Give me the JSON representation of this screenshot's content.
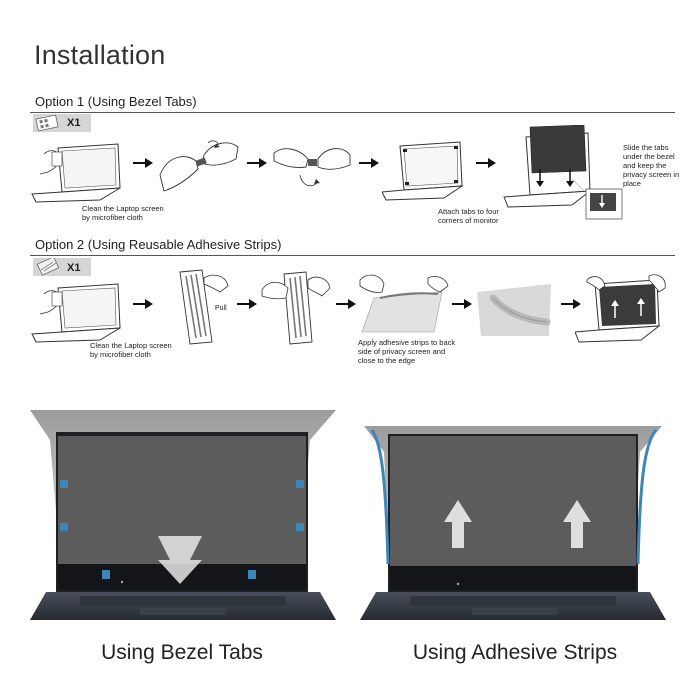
{
  "title": "Installation",
  "option1": {
    "title": "Option 1 (Using Bezel Tabs)",
    "quantity": "X1",
    "steps": [
      {
        "caption": "Clean the Laptop screen by microfiber cloth"
      },
      {
        "caption": ""
      },
      {
        "caption": ""
      },
      {
        "caption": "Attach tabs to four corners of monitor"
      },
      {
        "caption": "Slide the tabs under the bezel and keep the privacy screen in place"
      }
    ]
  },
  "option2": {
    "title": "Option 2 (Using Reusable Adhesive Strips)",
    "quantity": "X1",
    "steps": [
      {
        "caption": "Clean the Laptop screen by microfiber cloth"
      },
      {
        "caption": "Pull"
      },
      {
        "caption": ""
      },
      {
        "caption": "Apply adhesive strips to back side of privacy screen and close to the edge"
      },
      {
        "caption": ""
      },
      {
        "caption": ""
      }
    ]
  },
  "bottom": {
    "left_caption": "Using Bezel Tabs",
    "right_caption": "Using Adhesive Strips"
  },
  "colors": {
    "tab_blue": "#3e86b8",
    "screen_dark": "#5b5b5b",
    "laptop_body": "#3a3f4a"
  }
}
